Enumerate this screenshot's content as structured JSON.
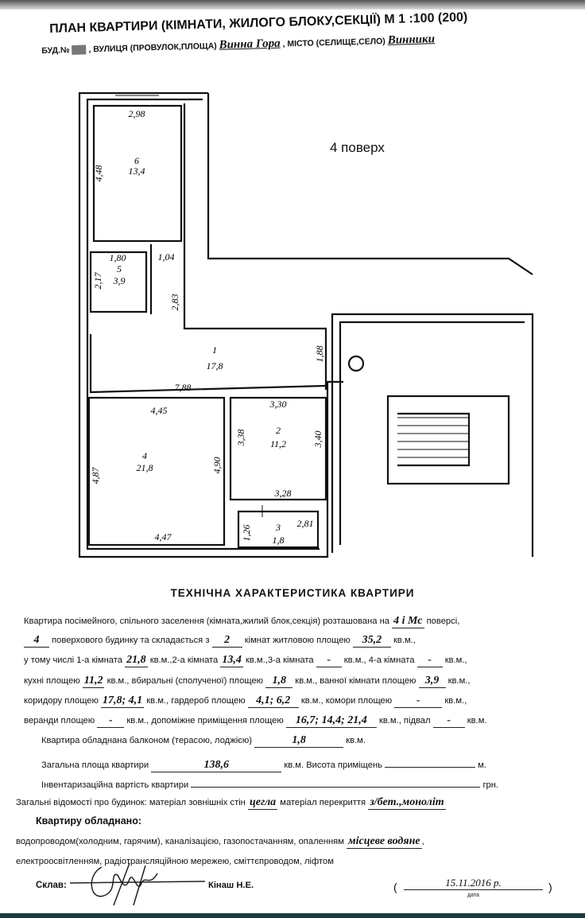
{
  "header": {
    "title": "ПЛАН КВАРТИРИ  (КІМНАТИ, ЖИЛОГО БЛОКУ,СЕКЦІЇ)  М 1 :100 (200)",
    "bud_label": "БУД.№",
    "street_label": ", ВУЛИЦЯ (ПРОВУЛОК,ПЛОЩА)",
    "street_value": "Винна Гора",
    "city_label": ", МІСТО (СЕЛИЩЕ,СЕЛО)",
    "city_value": "Винники"
  },
  "plan": {
    "floor_label": "4 поверх",
    "rooms": [
      {
        "num": "6",
        "area": "13,4"
      },
      {
        "num": "5",
        "area": "3,9"
      },
      {
        "num": "1",
        "area": "17,8"
      },
      {
        "num": "4",
        "area": "21,8"
      },
      {
        "num": "2",
        "area": "11,2"
      },
      {
        "num": "3",
        "area": "1,8"
      }
    ],
    "dims": [
      "2,98",
      "4,48",
      "1,80",
      "2,17",
      "1,04",
      "2,83",
      "1,88",
      "7,88",
      "4,45",
      "3,30",
      "4,87",
      "4,90",
      "3,38",
      "3,40",
      "3,28",
      "4,47",
      "1,26",
      "2,81"
    ]
  },
  "tech": {
    "heading": "ТЕХНІЧНА  ХАРАКТЕРИСТИКА  КВАРТИРИ",
    "l1a": "Квартира посімейного, спільного заселення (кімната,жилий блок,секція)  розташована на",
    "floor": "4 і Мс",
    "l1b": "поверсі,",
    "storeys": "4",
    "l2a": "поверхового будинку та складається з",
    "rooms": "2",
    "l2b": "кімнат житловою площею",
    "living": "35,2",
    "kvm": "кв.м.,",
    "l3a": "у тому числі 1-а кімната",
    "r1": "21,8",
    "l3b": "кв.м.,2-а кімната",
    "r2": "13,4",
    "l3c": "кв.м.,3-а кімната",
    "r3": "-",
    "l3d": "кв.м., 4-а кімната",
    "r4": "-",
    "l3e": "кв.м.,",
    "l4a": "кухні площею",
    "kitchen": "11,2",
    "l4b": "кв.м., вбиральні (сполученої) площею",
    "wc": "1,8",
    "l4c": "кв.м., ванної кімнати площею",
    "bath": "3,9",
    "l4d": "кв.м.,",
    "l5a": "коридору площею",
    "corridor": "17,8; 4,1",
    "l5b": "кв.м., гардероб площею",
    "wardrobe": "4,1; 6,2",
    "l5c": "кв.м.,  комори  площею",
    "storage": "-",
    "l5d": "кв.м.,",
    "l6a": "веранди площею",
    "veranda": "-",
    "l6b": "кв.м., допоміжне приміщення площею",
    "aux": "16,7; 14,4; 21,4",
    "l6c": "кв.м., підвал",
    "basement": "-",
    "l6d": "кв.м.",
    "l7a": "Квартира  обладнана балконом (терасою, лоджією)",
    "balcony": "1,8",
    "l7b": "кв.м.",
    "l8a": "Загальна площа квартири",
    "total": "138,6",
    "l8b": "кв.м. Висота приміщень",
    "height": "",
    "l8c": "м.",
    "l9a": "Інвентаризаційна  вартість  квартири",
    "cost": "",
    "l9b": "грн.",
    "l10a": "Загальні відомості про будинок: матеріал зовнішніх стін",
    "walls": "цегла",
    "l10b": "матеріал перекриття",
    "ceiling": "з/бет.,моноліт",
    "equipped": "Квартиру обладнано:",
    "l12a": "водопроводом(холодним, гарячим), каналізацією, газопостачанням, опаленням",
    "heating": "місцеве водяне",
    "l12b": ",",
    "l13": "електроосвітленням, радіотрансляційною мережею, сміттєпроводом, ліфтом",
    "compiled": "Склав:",
    "name": "Кінаш Н.Е.",
    "date": "15.11.2016 р.",
    "date_caption": "дата"
  }
}
